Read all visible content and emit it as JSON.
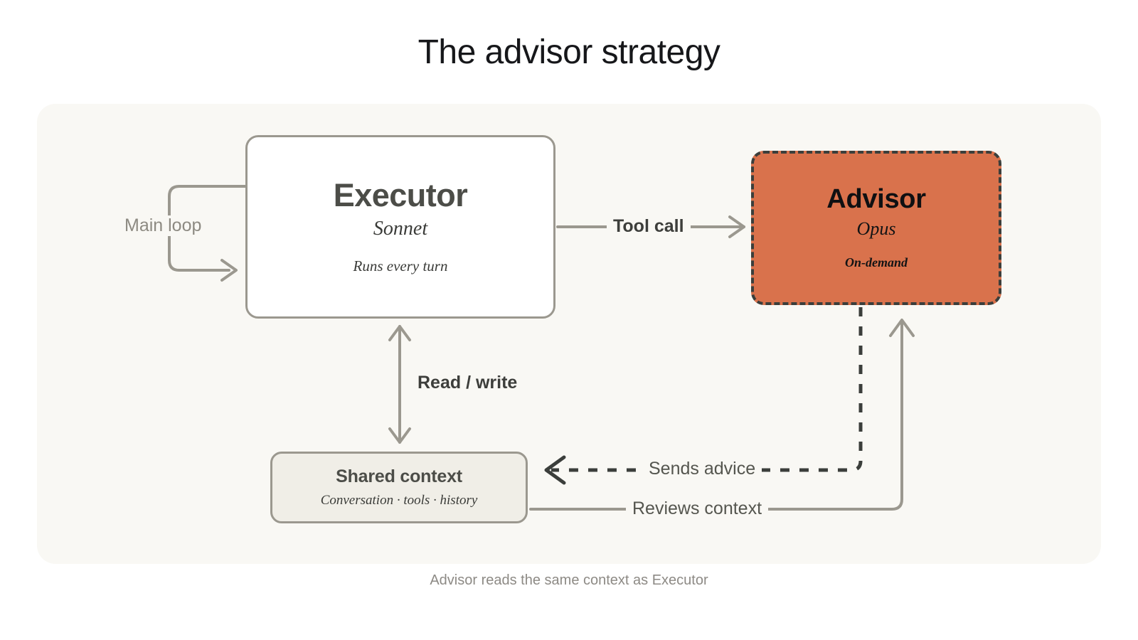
{
  "page": {
    "title": "The advisor strategy",
    "caption": "Advisor reads the same context as Executor",
    "background": "#ffffff",
    "panel_background": "#f9f8f4"
  },
  "colors": {
    "accent_orange": "#d9724c",
    "node_border_gray": "#9b988f",
    "node_border_dark": "#3b3e3b",
    "shared_fill": "#f0eee7",
    "edge_gray": "#9b988f",
    "edge_dark": "#3b3e3b",
    "title_text": "#16171a",
    "muted_text": "#8d8a85"
  },
  "nodes": [
    {
      "id": "executor",
      "title": "Executor",
      "model": "Sonnet",
      "note": "Runs every turn",
      "fill": "#ffffff",
      "border_style": "solid",
      "border_color": "#9b988f"
    },
    {
      "id": "advisor",
      "title": "Advisor",
      "model": "Opus",
      "note": "On-demand",
      "fill": "#d9724c",
      "border_style": "dashed",
      "border_color": "#3b3e3b"
    },
    {
      "id": "shared-context",
      "title": "Shared context",
      "note": "Conversation · tools · history",
      "fill": "#f0eee7",
      "border_style": "solid",
      "border_color": "#9b988f"
    }
  ],
  "edges": [
    {
      "id": "main-loop",
      "label": "Main loop",
      "from": "executor",
      "to": "executor",
      "style": "solid",
      "color": "#9b988f",
      "arrow": "single"
    },
    {
      "id": "tool-call",
      "label": "Tool call",
      "from": "executor",
      "to": "advisor",
      "style": "solid",
      "color": "#9b988f",
      "arrow": "single"
    },
    {
      "id": "read-write",
      "label": "Read / write",
      "from": "executor",
      "to": "shared-context",
      "style": "solid",
      "color": "#9b988f",
      "arrow": "double"
    },
    {
      "id": "sends-advice",
      "label": "Sends advice",
      "from": "advisor",
      "to": "shared-context",
      "style": "dashed",
      "color": "#3b3e3b",
      "arrow": "single"
    },
    {
      "id": "reviews-context",
      "label": "Reviews context",
      "from": "shared-context",
      "to": "advisor",
      "style": "solid",
      "color": "#9b988f",
      "arrow": "single"
    }
  ]
}
